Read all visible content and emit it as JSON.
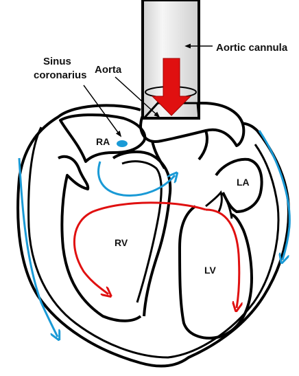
{
  "labels": {
    "aortic_cannula": "Aortic cannula",
    "aorta": "Aorta",
    "sinus_line1": "Sinus",
    "sinus_line2": "coronarius",
    "ra": "RA",
    "la": "LA",
    "rv": "RV",
    "lv": "LV"
  },
  "colors": {
    "outline": "#000000",
    "flow_red": "#e01010",
    "flow_blue": "#1a9ad6",
    "cannula_fill": "#e8e8e8",
    "arrow_red": "#e01010"
  }
}
